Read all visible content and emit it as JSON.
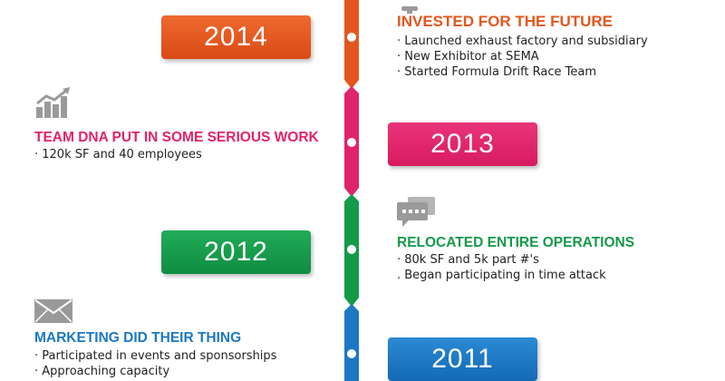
{
  "colors": {
    "orange": "#E3571E",
    "pink": "#E0246A",
    "green": "#149A48",
    "blue": "#1C78C3",
    "icon_gray": "#9A9A9A"
  },
  "events": [
    {
      "year": "2014",
      "heading": "INVESTED FOR THE FUTURE",
      "bullets": [
        "· Launched exhaust factory and subsidiary",
        "· New Exhibitor at SEMA",
        "· Started Formula Drift Race Team"
      ],
      "icon": "gear-icon"
    },
    {
      "year": "2013",
      "heading": "TEAM DNA PUT IN SOME SERIOUS WORK",
      "bullets": [
        "· 120k SF and 40 employees"
      ],
      "icon": "growth-chart-icon"
    },
    {
      "year": "2012",
      "heading": "RELOCATED ENTIRE OPERATIONS",
      "bullets": [
        "· 80k SF and 5k part #'s",
        ". Began participating in time attack"
      ],
      "icon": "chat-bubble-icon"
    },
    {
      "year": "2011",
      "heading": "MARKETING DID THEIR THING",
      "bullets": [
        "· Participated in events and sponsorships",
        "· Approaching capacity"
      ],
      "icon": "envelope-icon"
    }
  ]
}
